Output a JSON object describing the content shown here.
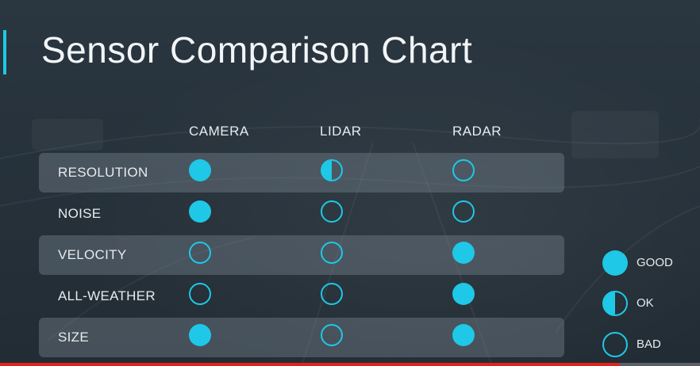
{
  "slide": {
    "title": "Sensor Comparison Chart",
    "accent_color": "#1ec8e6"
  },
  "columns": [
    "CAMERA",
    "LIDAR",
    "RADAR"
  ],
  "rows": [
    {
      "label": "RESOLUTION",
      "ratings": [
        "good",
        "ok",
        "bad"
      ]
    },
    {
      "label": "NOISE",
      "ratings": [
        "good",
        "bad",
        "bad"
      ]
    },
    {
      "label": "VELOCITY",
      "ratings": [
        "bad",
        "bad",
        "good"
      ]
    },
    {
      "label": "ALL-WEATHER",
      "ratings": [
        "bad",
        "bad",
        "good"
      ]
    },
    {
      "label": "SIZE",
      "ratings": [
        "good",
        "bad",
        "good"
      ]
    }
  ],
  "legend": [
    {
      "key": "good",
      "label": "GOOD"
    },
    {
      "key": "ok",
      "label": "OK"
    },
    {
      "key": "bad",
      "label": "BAD"
    }
  ],
  "video_progress": 0.885
}
